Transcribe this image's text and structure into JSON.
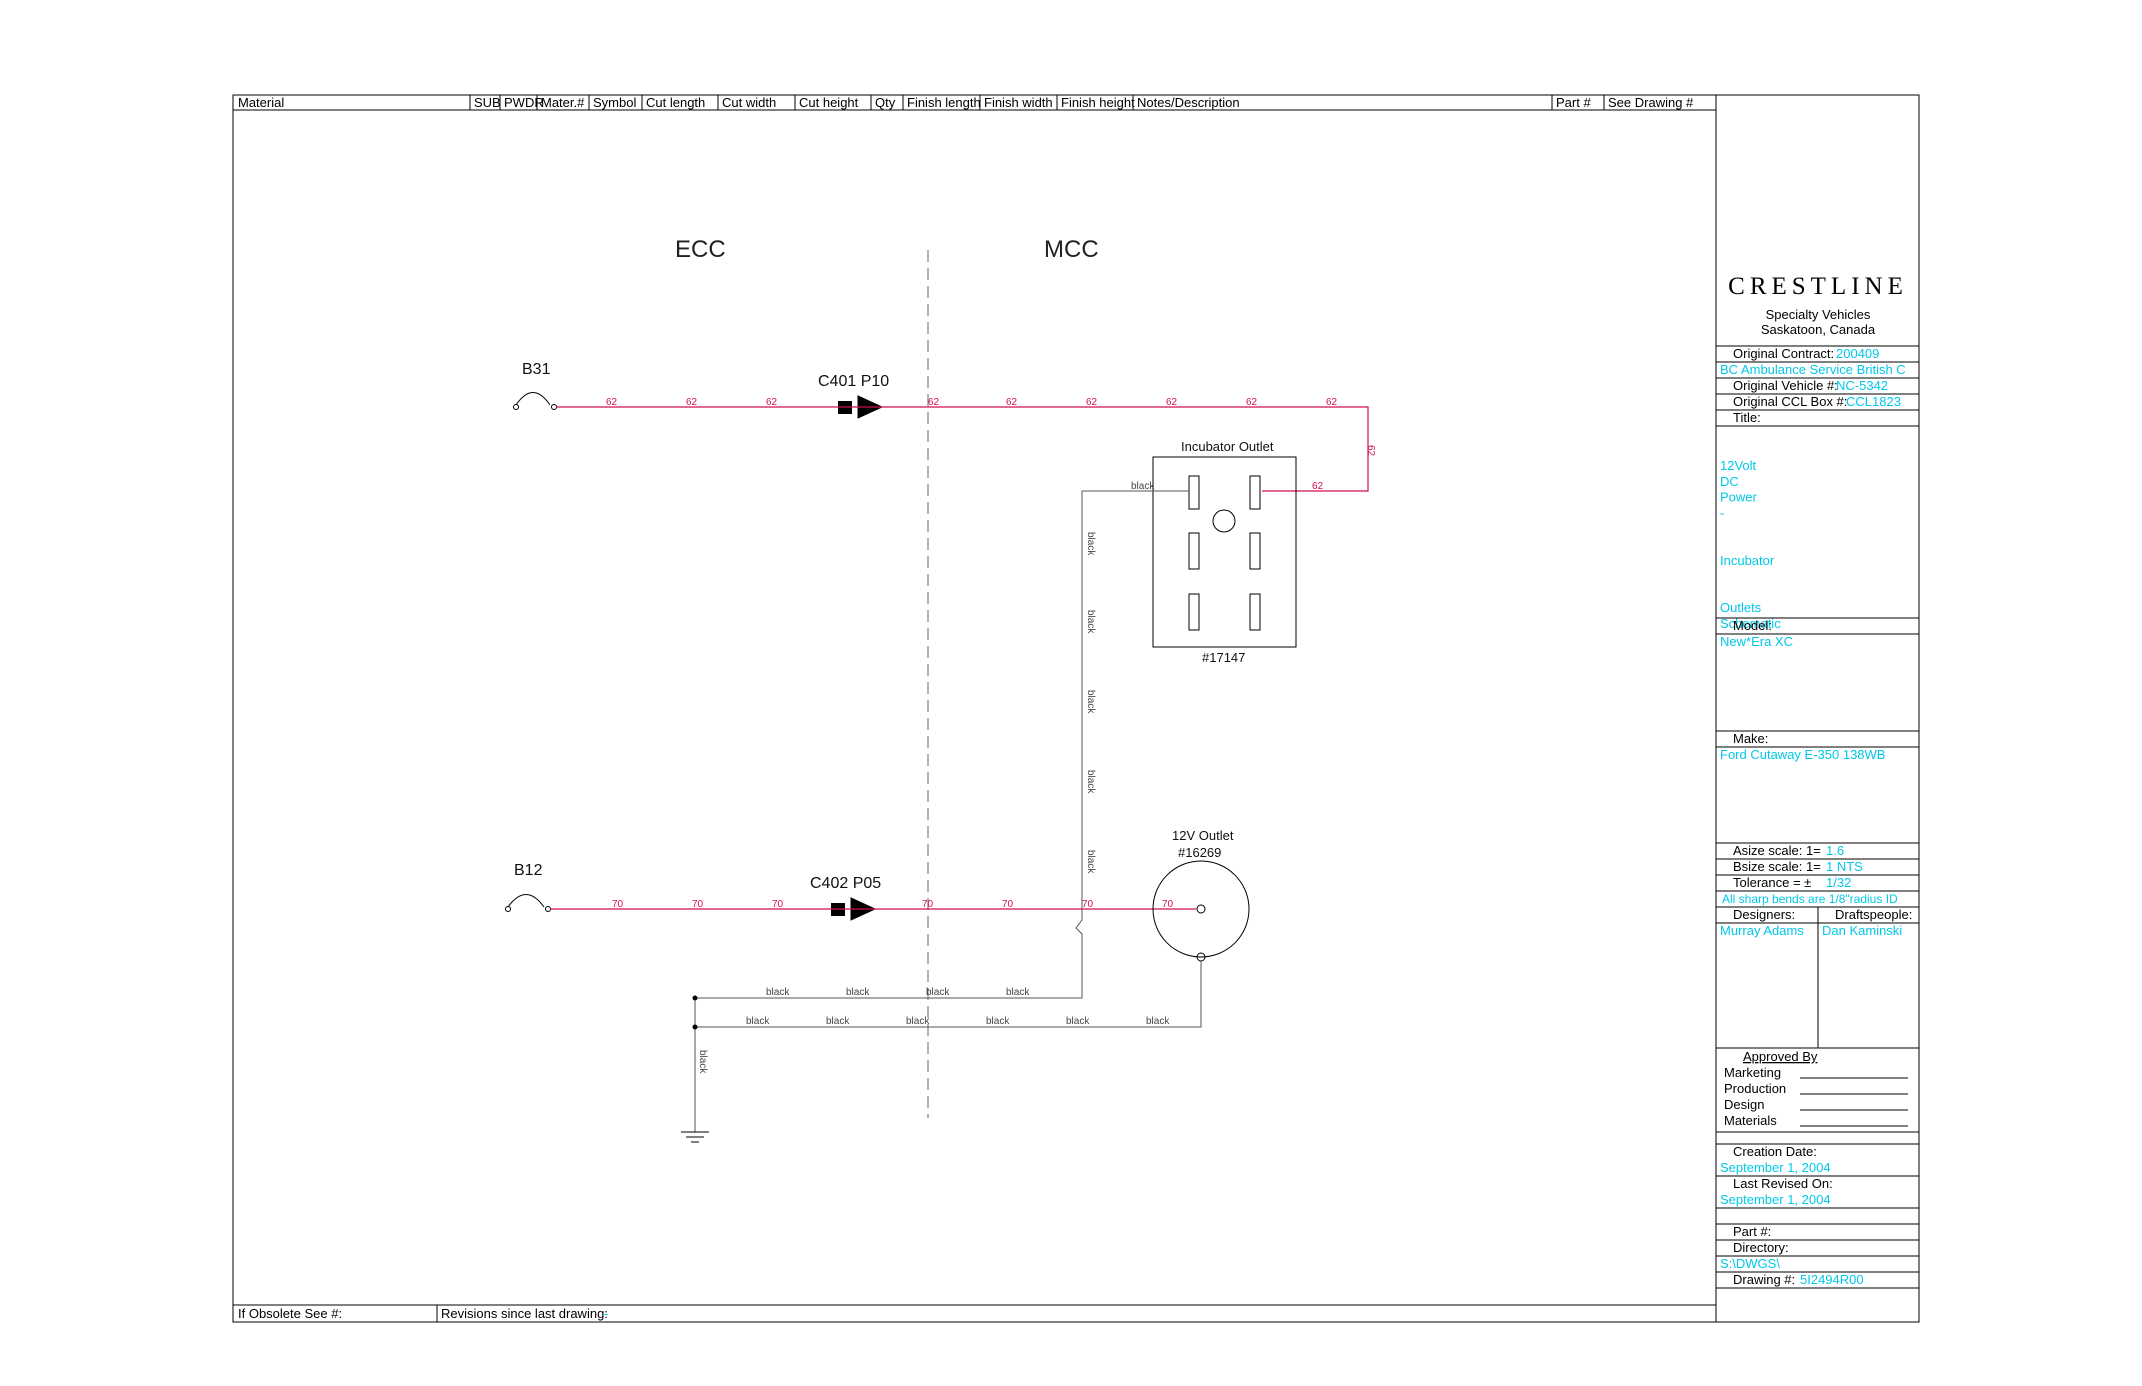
{
  "header": {
    "columns": [
      "Material",
      "SUB",
      "PWDR",
      "Mater.#",
      "Symbol",
      "Cut length",
      "Cut width",
      "Cut height",
      "Qty",
      "Finish length",
      "Finish width",
      "Finish height",
      "Notes/Description",
      "Part #",
      "See Drawing #"
    ]
  },
  "footer": {
    "obsolete_label": "If Obsolete See #:",
    "revisions_label": "Revisions since last drawing:",
    "revisions_value": "-"
  },
  "zones": {
    "left": "ECC",
    "right": "MCC"
  },
  "components": {
    "b31": "B31",
    "b12": "B12",
    "c401": "C401  P10",
    "c402": "C402  P05",
    "incubator_title": "Incubator Outlet",
    "incubator_part": "#17147",
    "outlet12_title": "12V Outlet",
    "outlet12_part": "#16269"
  },
  "wires": {
    "red_top": "62",
    "red_bottom": "70",
    "black": "black"
  },
  "colors": {
    "red_wire": "#d0104c",
    "black_wire": "#555555",
    "value_text": "#00c8e8"
  },
  "title_block": {
    "company": "CRESTLINE",
    "company_sub1": "Specialty Vehicles",
    "company_sub2": "Saskatoon, Canada",
    "original_contract_label": "Original Contract:",
    "original_contract_value": "200409",
    "customer_value": "BC Ambulance Service British C",
    "original_vehicle_label": "Original Vehicle #:",
    "original_vehicle_value": "NC-5342",
    "original_ccl_label": "Original CCL Box #:",
    "original_ccl_value": "CCL1823",
    "title_label": "Title:",
    "title_lines": [
      "12Volt",
      "DC",
      "Power",
      "-",
      "",
      "",
      "Incubator",
      "",
      "",
      "Outlets",
      "Schematic"
    ],
    "model_label": "Model:",
    "model_value": "New*Era XC",
    "make_label": "Make:",
    "make_value": "Ford Cutaway E-350 138WB",
    "asize_label": "Asize scale:  1=",
    "asize_value": "1.6",
    "bsize_label": "Bsize scale:  1=",
    "bsize_value": "1  NTS",
    "tolerance_label": "Tolerance = ±",
    "tolerance_value": "1/32",
    "bends_note": "All sharp bends are 1/8\"radius ID",
    "designers_label": "Designers:",
    "designers_value": "Murray Adams",
    "draftspeople_label": "Draftspeople:",
    "draftspeople_value": "Dan Kaminski",
    "approved_label": "Approved By",
    "approved_items": [
      "Marketing",
      "Production",
      "Design",
      "Materials"
    ],
    "creation_label": "Creation Date:",
    "creation_value": "September 1, 2004",
    "revised_label": "Last Revised On:",
    "revised_value": "September 1, 2004",
    "part_label": "Part #:",
    "directory_label": "Directory:",
    "directory_value": "S:\\DWGS\\",
    "drawing_label": "Drawing #:",
    "drawing_value": "5I2494R00"
  }
}
